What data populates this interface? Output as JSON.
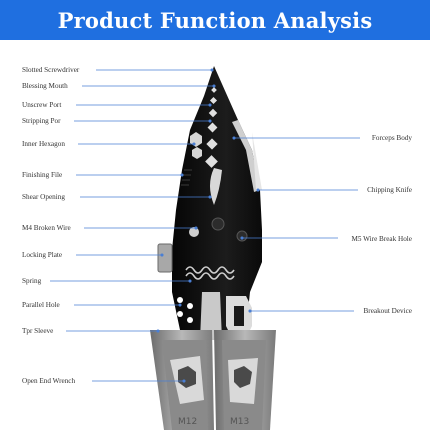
{
  "header": {
    "title": "Product Function Analysis"
  },
  "colors": {
    "header_bg": "#1f6fe0",
    "leader_line": "#4a7fd4",
    "tool_body": "#111111",
    "handle_grey": "#9a9a9a"
  },
  "labels_left": [
    "Slotted Screwdriver",
    "Blessing Mouth",
    "Unscrew Port",
    "Stripping Por",
    "Inner Hexagon",
    "Finishing File",
    "Shear Opening",
    "M4 Broken Wire",
    "Locking Plate",
    "Spring",
    "Parallel Hole",
    "Tpr Sleeve",
    "Open End Wrench"
  ],
  "labels_right": [
    "Forceps Body",
    "Chipping Knife",
    "M5 Wire Break Hole",
    "Breakout Device"
  ],
  "handle_marks": [
    "M12",
    "M13"
  ]
}
